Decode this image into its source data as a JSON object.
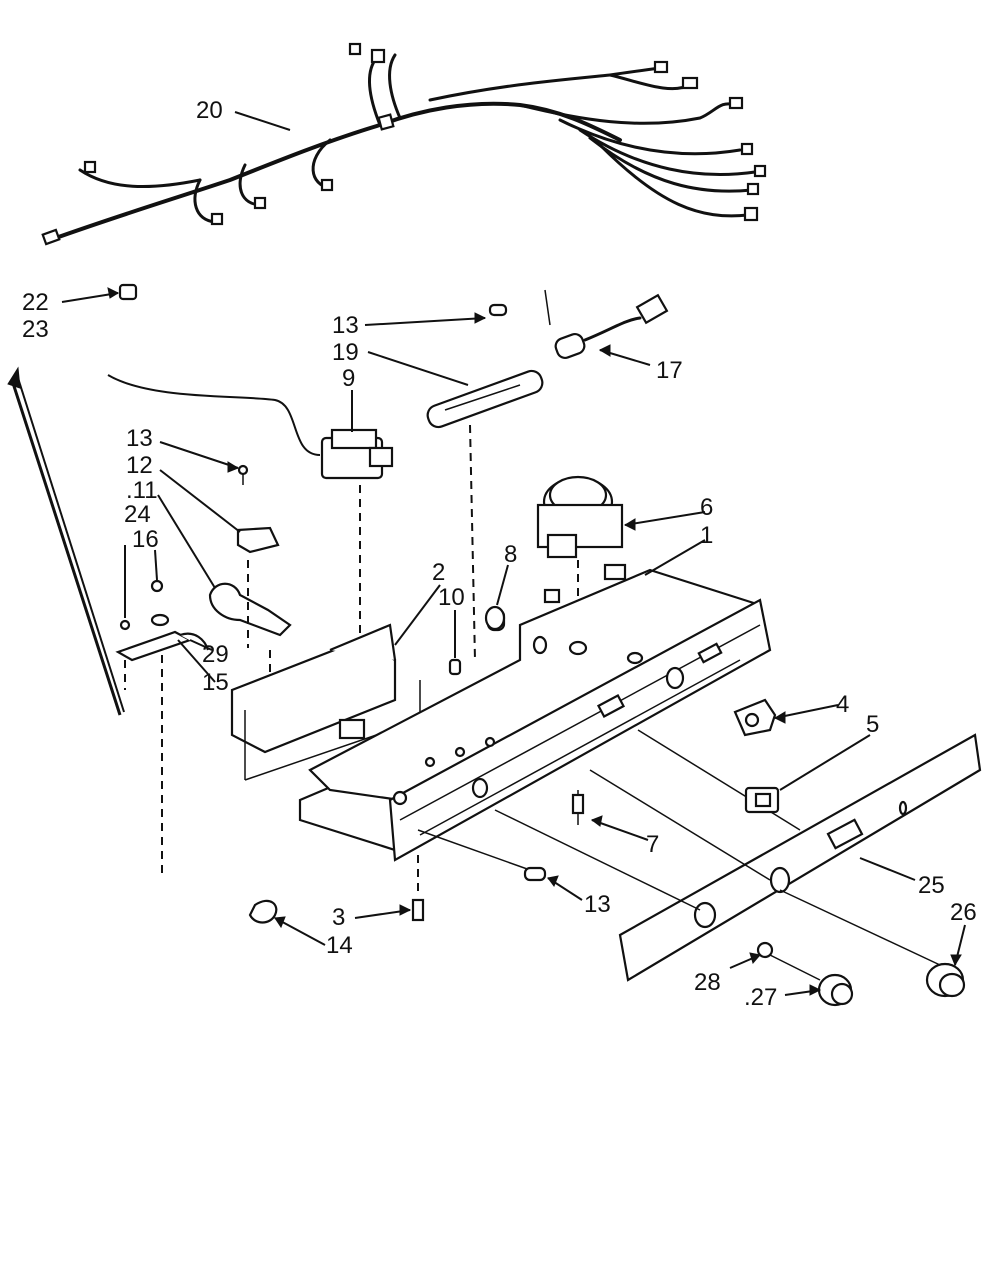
{
  "callouts": [
    {
      "id": "c20",
      "text": "20"
    },
    {
      "id": "c22",
      "text": "22"
    },
    {
      "id": "c23",
      "text": "23"
    },
    {
      "id": "c13a",
      "text": "13"
    },
    {
      "id": "c19",
      "text": "19"
    },
    {
      "id": "c9",
      "text": "9"
    },
    {
      "id": "c17",
      "text": "17"
    },
    {
      "id": "c13b",
      "text": "13"
    },
    {
      "id": "c12",
      "text": "12"
    },
    {
      "id": "c11",
      "text": ".11"
    },
    {
      "id": "c24",
      "text": "24"
    },
    {
      "id": "c16",
      "text": "16"
    },
    {
      "id": "c6",
      "text": "6"
    },
    {
      "id": "c1",
      "text": "1"
    },
    {
      "id": "c8",
      "text": "8"
    },
    {
      "id": "c2",
      "text": "2"
    },
    {
      "id": "c10",
      "text": "10"
    },
    {
      "id": "c29",
      "text": "29"
    },
    {
      "id": "c15",
      "text": "15"
    },
    {
      "id": "c4",
      "text": "4"
    },
    {
      "id": "c5",
      "text": "5"
    },
    {
      "id": "c7",
      "text": "7"
    },
    {
      "id": "c25",
      "text": "25"
    },
    {
      "id": "c13c",
      "text": "13"
    },
    {
      "id": "c26",
      "text": "26"
    },
    {
      "id": "c3",
      "text": "3"
    },
    {
      "id": "c14",
      "text": "14"
    },
    {
      "id": "c28",
      "text": "28"
    },
    {
      "id": "c27",
      "text": ".27"
    }
  ]
}
